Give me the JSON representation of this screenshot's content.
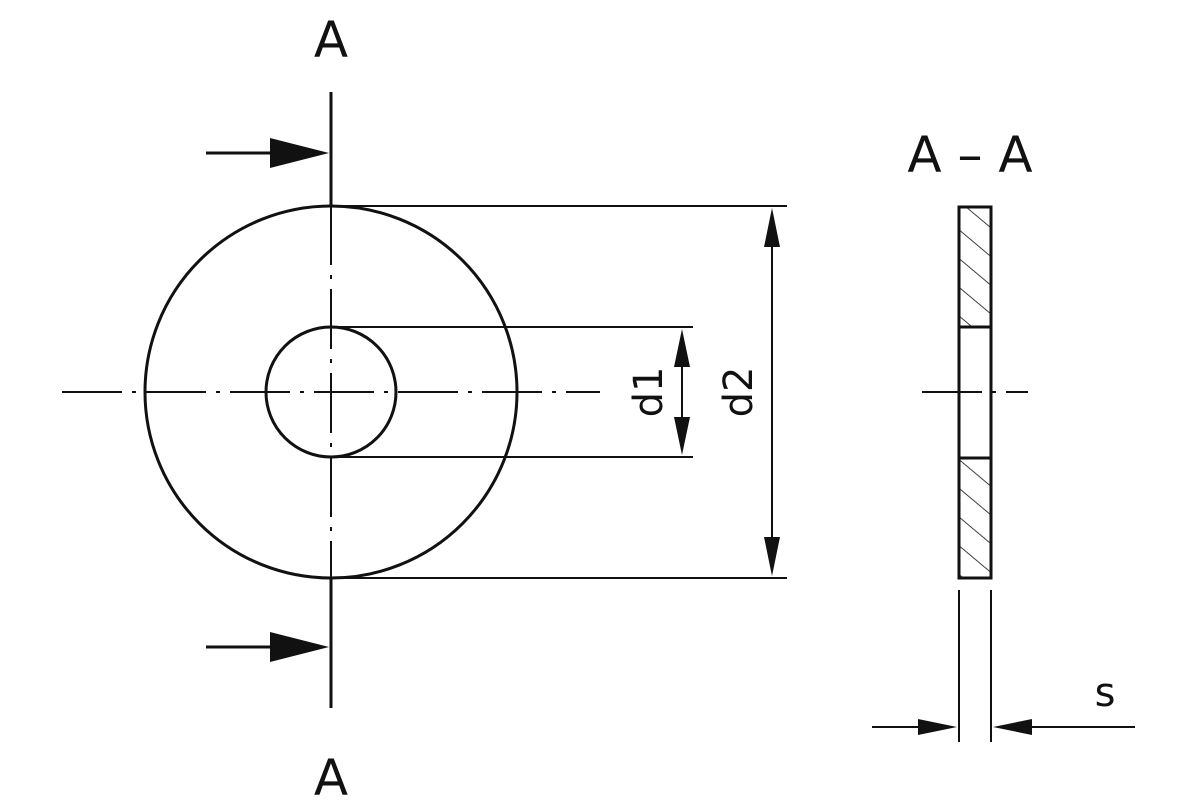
{
  "section_marks": {
    "top": "A",
    "bottom": "A"
  },
  "section_view_title": "A – A",
  "dimensions": {
    "inner_diameter": "d1",
    "outer_diameter": "d2",
    "thickness": "s"
  },
  "colors": {
    "line": "#111111",
    "background": "#ffffff"
  }
}
